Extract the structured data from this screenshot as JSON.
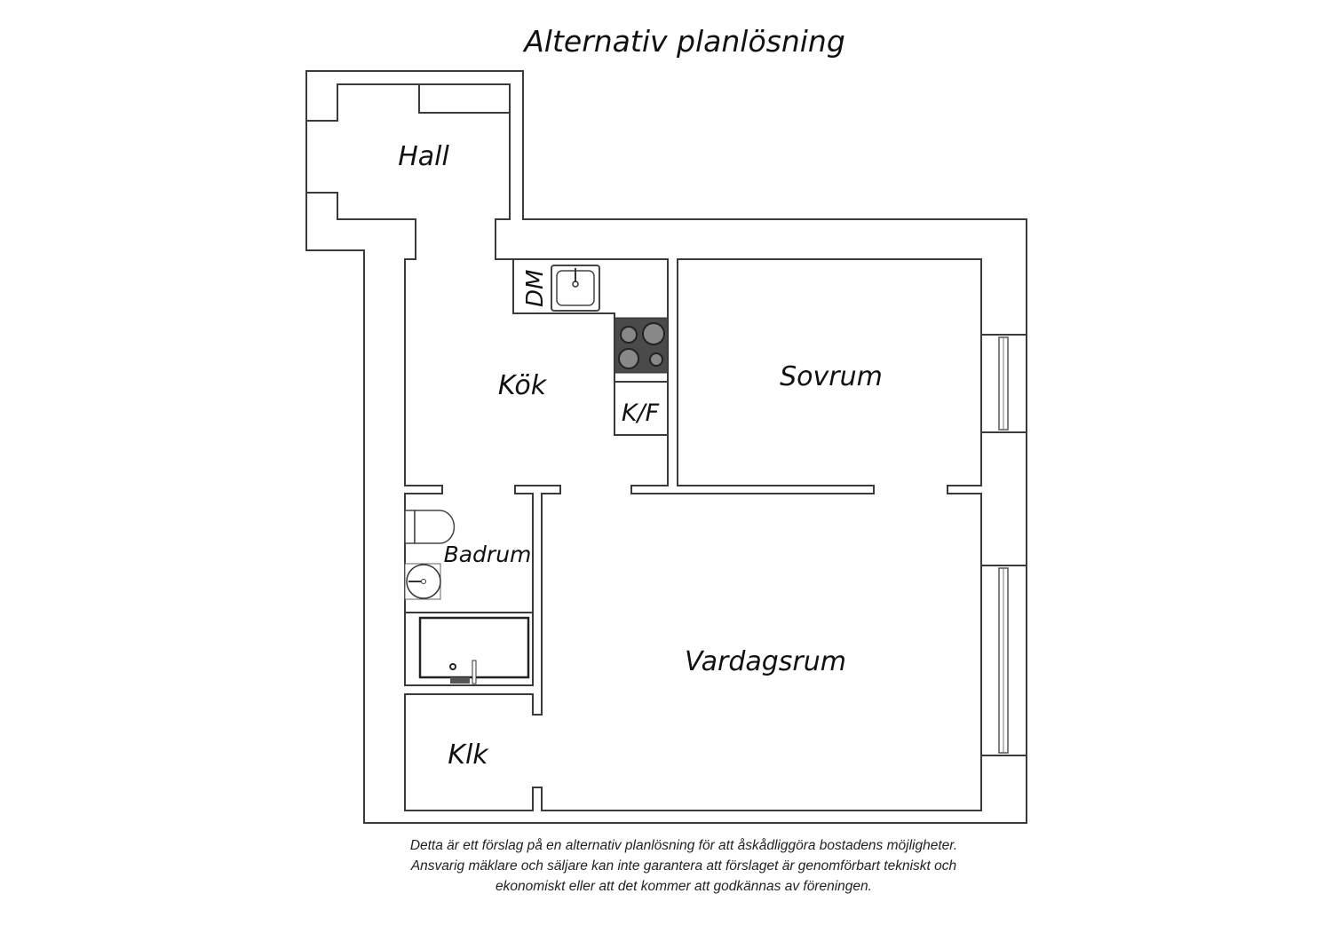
{
  "title": "Alternativ planlösning",
  "rooms": {
    "hall": "Hall",
    "kok": "Kök",
    "sovrum": "Sovrum",
    "badrum": "Badrum",
    "vardagsrum": "Vardagsrum",
    "klk": "Klk"
  },
  "fixtures": {
    "dishwasher": "DM",
    "fridge_freezer": "K/F"
  },
  "disclaimer": [
    "Detta är ett förslag på en alternativ planlösning för att åskådliggöra bostadens möjligheter.",
    "Ansvarig mäklare och säljare kan inte garantera att förslaget är genomförbart tekniskt och",
    "ekonomiskt eller att det kommer att godkännas av föreningen."
  ]
}
